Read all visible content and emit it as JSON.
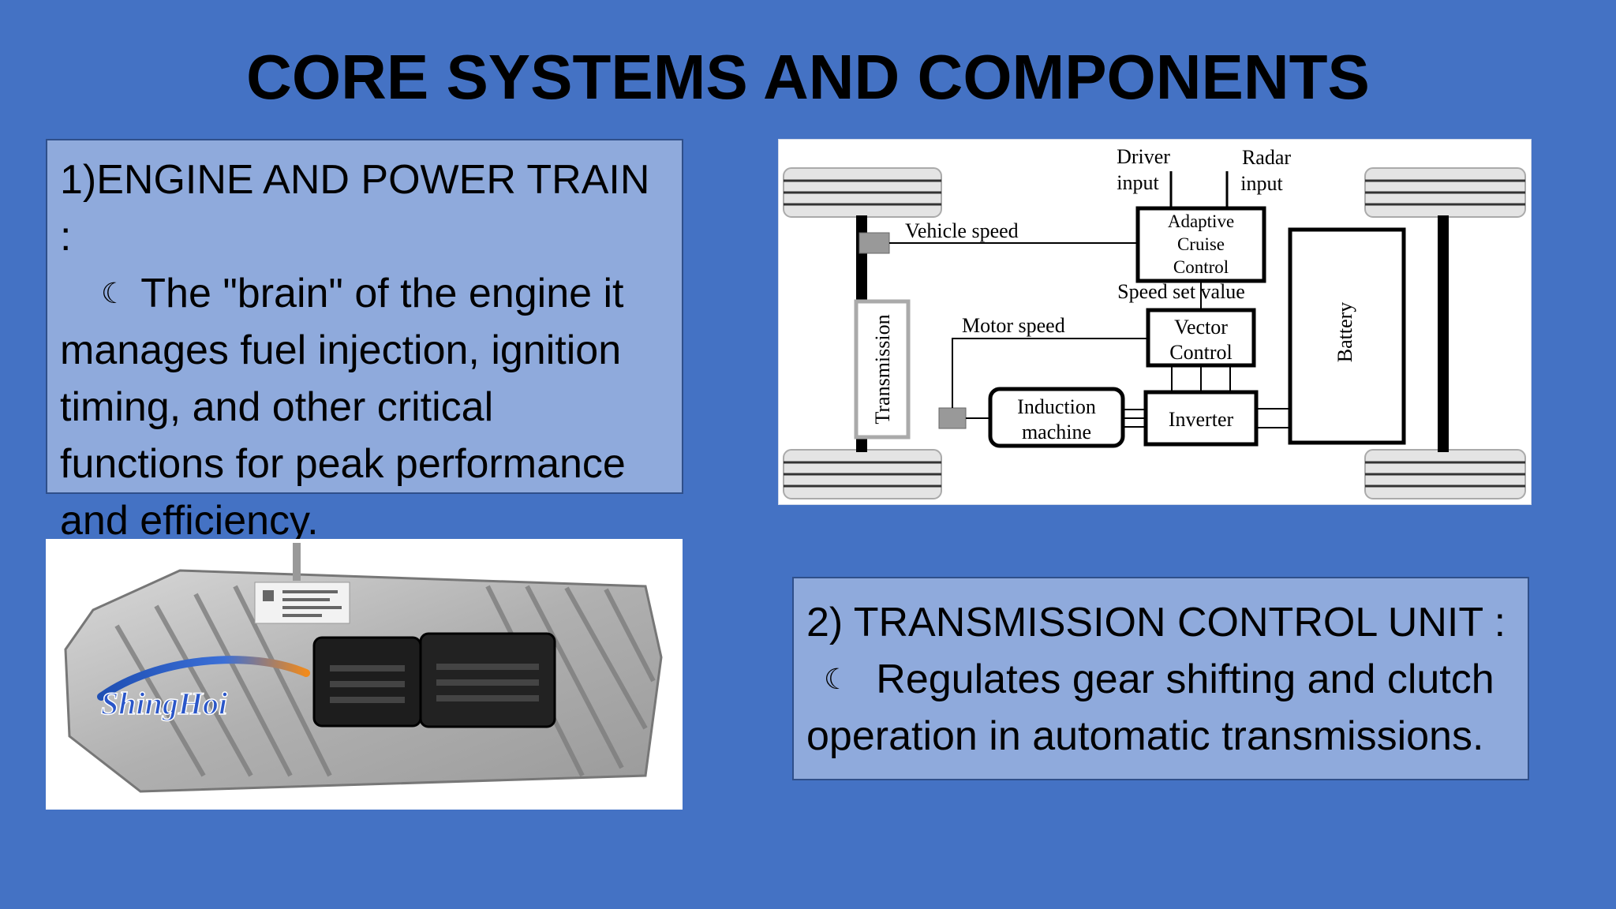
{
  "title": "CORE SYSTEMS AND COMPONENTS",
  "section1": {
    "heading": "1)ENGINE AND POWER TRAIN :",
    "bullet_icon": "crescent-moon-icon",
    "bullet_glyph": "☾",
    "line1": "The \"brain\" of the engine it",
    "line2": "manages fuel injection, ignition",
    "line3": "timing, and other critical",
    "line4": "functions for peak performance",
    "line5": "and efficiency."
  },
  "section2": {
    "heading": "2) TRANSMISSION CONTROL UNIT :",
    "bullet_icon": "crescent-moon-icon",
    "bullet_glyph": "☾",
    "line1": "Regulates gear shifting and clutch",
    "line2": "operation in automatic transmissions."
  },
  "diagram": {
    "driver_input_1": "Driver",
    "driver_input_2": "input",
    "radar_input_1": "Radar",
    "radar_input_2": "input",
    "acc_1": "Adaptive",
    "acc_2": "Cruise",
    "acc_3": "Control",
    "vehicle_speed": "Vehicle speed",
    "speed_set_value": "Speed set value",
    "motor_speed": "Motor speed",
    "vector_1": "Vector",
    "vector_2": "Control",
    "induction_1": "Induction",
    "induction_2": "machine",
    "inverter": "Inverter",
    "transmission": "Transmission",
    "battery": "Battery"
  },
  "photo": {
    "brand_logo_text": "ShingHoi"
  }
}
